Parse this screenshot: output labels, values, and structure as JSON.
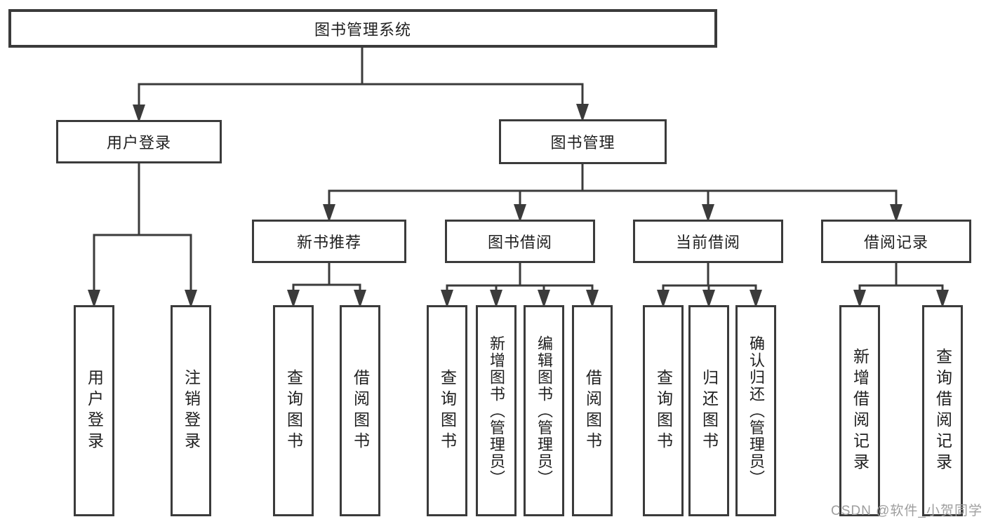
{
  "diagram": {
    "root": {
      "label": "图书管理系统",
      "children": [
        {
          "label": "用户登录",
          "children": [
            {
              "label": "用户登录"
            },
            {
              "label": "注销登录"
            }
          ]
        },
        {
          "label": "图书管理",
          "children": [
            {
              "label": "新书推荐",
              "children": [
                {
                  "label": "查询图书"
                },
                {
                  "label": "借阅图书"
                }
              ]
            },
            {
              "label": "图书借阅",
              "children": [
                {
                  "label": "查询图书"
                },
                {
                  "label": "新增图书（管理员）"
                },
                {
                  "label": "编辑图书（管理员）"
                },
                {
                  "label": "借阅图书"
                }
              ]
            },
            {
              "label": "当前借阅",
              "children": [
                {
                  "label": "查询图书"
                },
                {
                  "label": "归还图书"
                },
                {
                  "label": "确认归还（管理员）"
                }
              ]
            },
            {
              "label": "借阅记录",
              "children": [
                {
                  "label": "新增借阅记录"
                },
                {
                  "label": "查询借阅记录"
                }
              ]
            }
          ]
        }
      ]
    },
    "watermark": "CSDN @软件_小贺同学"
  },
  "colors": {
    "line": "#3b3b3b",
    "text": "#1f1f1f",
    "watermark": "#9e9e9e",
    "background": "#ffffff"
  }
}
